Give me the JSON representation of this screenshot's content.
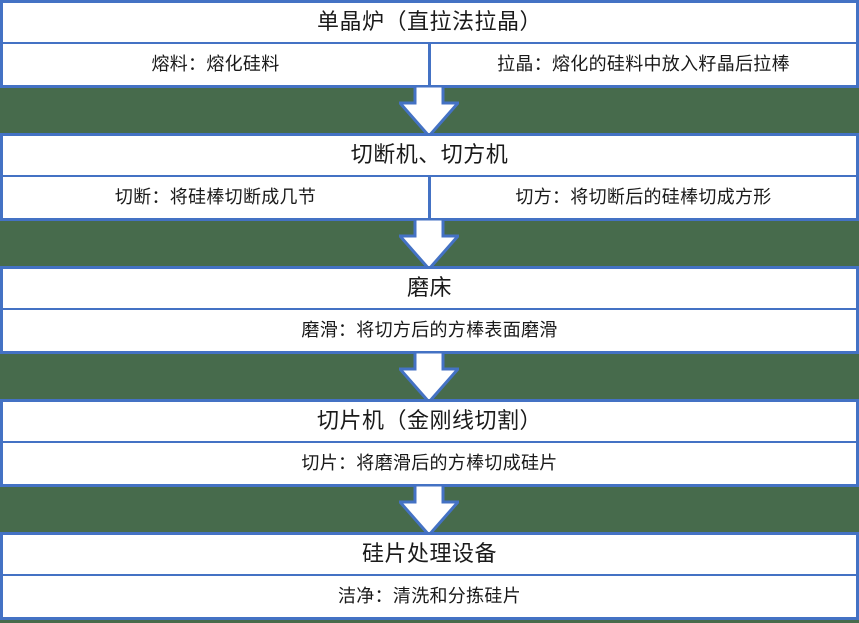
{
  "diagram": {
    "type": "vertical-flowchart",
    "title_semantic": "silicon-wafer-manufacturing-process",
    "colors": {
      "box_border": "#4472C4",
      "box_fill": "#FFFFFF",
      "band_background": "#476B4C",
      "arrow_fill": "#FFFFFF",
      "arrow_stroke": "#4472C4",
      "text": "#1A1A1A"
    },
    "arrow_icon_name": "down-arrow-icon",
    "stages": [
      {
        "id": "stage-1",
        "title": "单晶炉（直拉法拉晶）",
        "cells": [
          "熔料：熔化硅料",
          "拉晶：熔化的硅料中放入籽晶后拉棒"
        ]
      },
      {
        "id": "stage-2",
        "title": "切断机、切方机",
        "cells": [
          "切断：将硅棒切断成几节",
          "切方：将切断后的硅棒切成方形"
        ]
      },
      {
        "id": "stage-3",
        "title": "磨床",
        "cells": [
          "磨滑：将切方后的方棒表面磨滑"
        ]
      },
      {
        "id": "stage-4",
        "title": "切片机（金刚线切割）",
        "cells": [
          "切片：将磨滑后的方棒切成硅片"
        ]
      },
      {
        "id": "stage-5",
        "title": "硅片处理设备",
        "cells": [
          "洁净：清洗和分拣硅片"
        ]
      }
    ]
  }
}
